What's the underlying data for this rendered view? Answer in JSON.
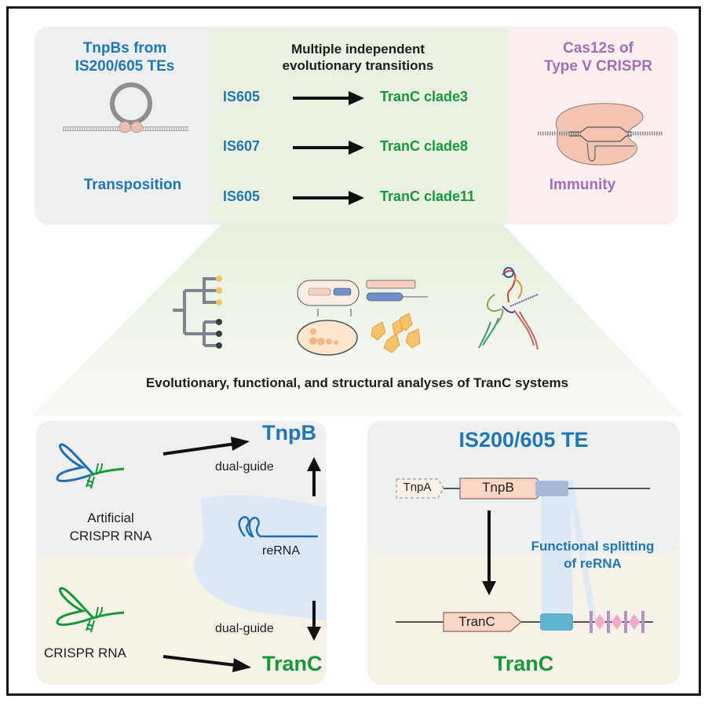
{
  "top": {
    "left_panel": {
      "title_line1": "TnpBs from",
      "title_line2": "IS200/605 TEs",
      "caption": "Transposition",
      "icon": "transposon-circle-icon"
    },
    "middle_panel": {
      "title_line1": "Multiple independent",
      "title_line2": "evolutionary transitions",
      "transitions": [
        {
          "from": "IS605",
          "to": "TranC clade3"
        },
        {
          "from": "IS607",
          "to": "TranC clade8"
        },
        {
          "from": "IS605",
          "to": "TranC clade11"
        }
      ]
    },
    "right_panel": {
      "title_line1": "Cas12s of",
      "title_line2": "Type V CRISPR",
      "caption": "Immunity",
      "icon": "cas12-protein-icon"
    }
  },
  "analyses": {
    "icons": [
      "phylogenetic-tree-icon",
      "functional-assay-icon",
      "structure-model-icon"
    ],
    "caption": "Evolutionary, functional, and structural analyses of TranC systems"
  },
  "bottom_left": {
    "tnpb_label": "TnpB",
    "tranc_label": "TranC",
    "artificial_rna_line1": "Artificial",
    "artificial_rna_line2": "CRISPR RNA",
    "crispr_rna": "CRISPR RNA",
    "rerna": "reRNA",
    "dual_guide_top": "dual-guide",
    "dual_guide_bottom": "dual-guide"
  },
  "bottom_right": {
    "title": "IS200/605 TE",
    "gene_tnpa": "TnpA",
    "gene_tnpb": "TnpB",
    "gene_tranc": "TranC",
    "splitting_line1": "Functional splitting",
    "splitting_line2": "of reRNA",
    "bottom_title": "TranC"
  },
  "colors": {
    "blue": "#1f78b4",
    "green": "#159a3a",
    "purple": "#a070b8",
    "gray_panel": "#eeeff1",
    "green_panel": "#eef3e8",
    "pink_panel": "#fbeeee",
    "beige_panel": "#f6f2e8",
    "rerna_region": "#dce8f6"
  }
}
